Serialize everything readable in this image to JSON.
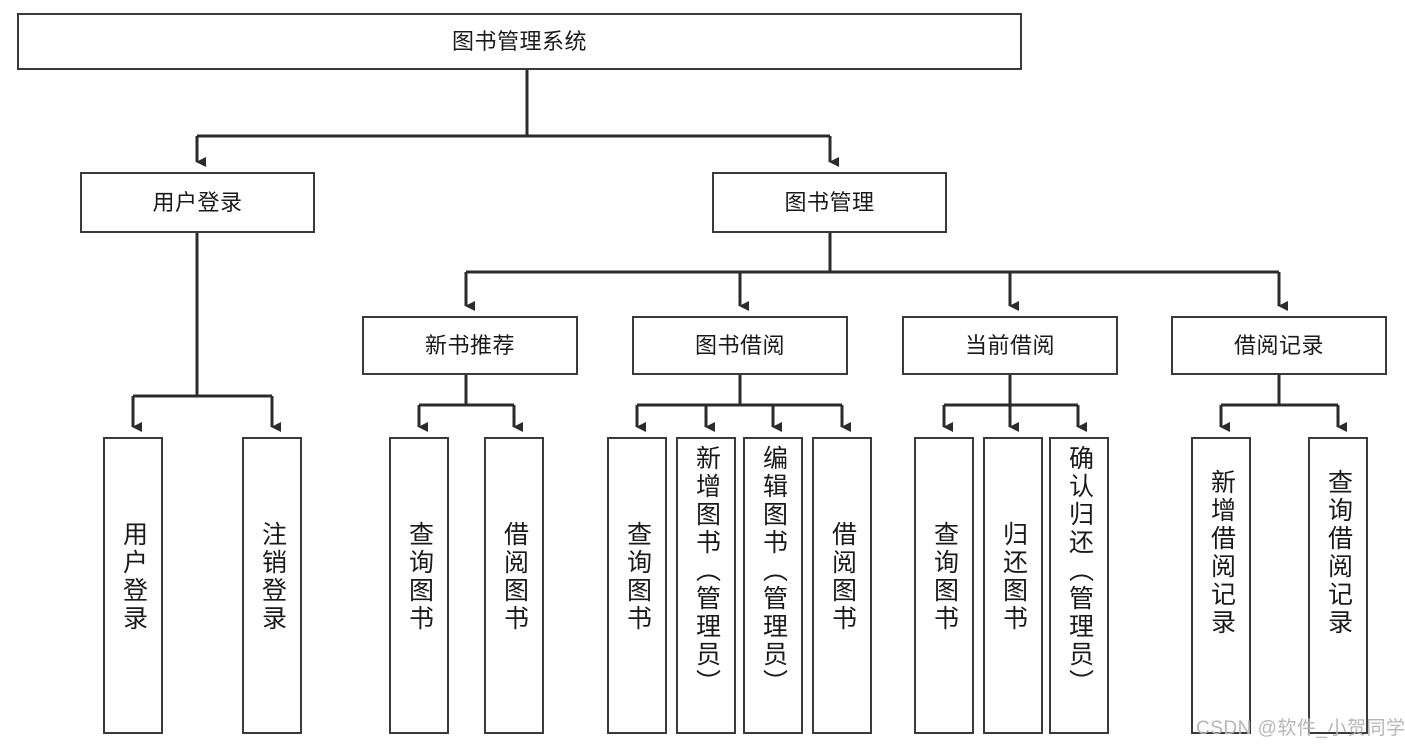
{
  "diagram": {
    "title": "图书管理系统",
    "colors": {
      "box_border": "#3a3a3a",
      "box_fill": "#ffffff",
      "edge": "#2b2b2b",
      "text": "#1a1a1a",
      "watermark": "#b6b6b6",
      "background": "#ffffff"
    },
    "root": {
      "label": "图书管理系统"
    },
    "level2": [
      {
        "label": "用户登录"
      },
      {
        "label": "图书管理"
      }
    ],
    "level3": [
      {
        "label": "新书推荐"
      },
      {
        "label": "图书借阅"
      },
      {
        "label": "当前借阅"
      },
      {
        "label": "借阅记录"
      }
    ],
    "leaves": {
      "user_login": [
        {
          "label": "用户登录"
        },
        {
          "label": "注销登录"
        }
      ],
      "new_book_recommend": [
        {
          "label": "查询图书"
        },
        {
          "label": "借阅图书"
        }
      ],
      "book_borrow": [
        {
          "label": "查询图书"
        },
        {
          "label": "新增图书（管理员）"
        },
        {
          "label": "编辑图书（管理员）"
        },
        {
          "label": "借阅图书"
        }
      ],
      "current_borrow": [
        {
          "label": "查询图书"
        },
        {
          "label": "归还图书"
        },
        {
          "label": "确认归还（管理员）"
        }
      ],
      "borrow_record": [
        {
          "label": "新增借阅记录"
        },
        {
          "label": "查询借阅记录"
        }
      ]
    },
    "watermark": "CSDN @软件_小贺同学"
  }
}
